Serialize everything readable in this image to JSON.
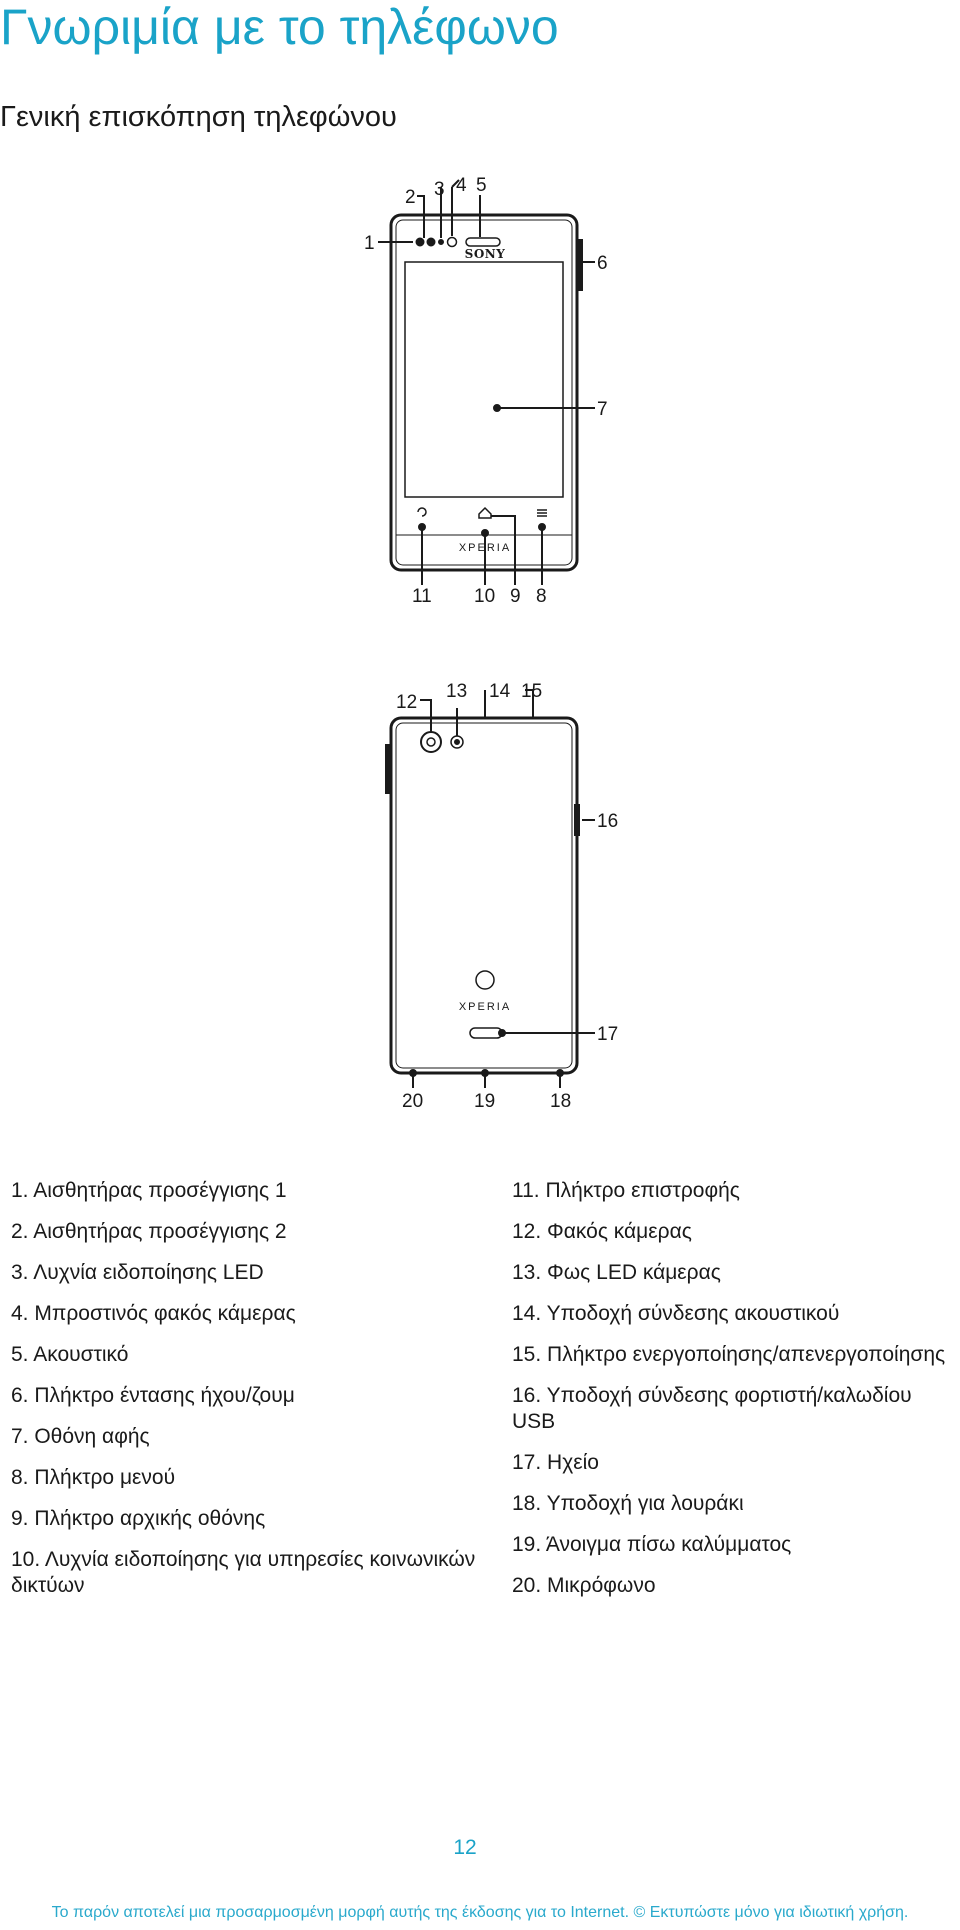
{
  "page": {
    "title": "Γνωριμία με το τηλέφωνο",
    "section_title": "Γενική επισκόπηση τηλεφώνου",
    "page_number": "12",
    "footer": "Το παρόν αποτελεί μια προσαρμοσμένη μορφή αυτής της έκδοσης για το Internet. © Εκτυπώστε μόνο για ιδιωτική χρήση."
  },
  "diagram": {
    "front_brand": "SONY",
    "front_model": "XPERIA",
    "back_model": "XPERIA",
    "callouts": [
      "1",
      "2",
      "3",
      "4",
      "5",
      "6",
      "7",
      "8",
      "9",
      "10",
      "11",
      "12",
      "13",
      "14",
      "15",
      "16",
      "17",
      "18",
      "19",
      "20"
    ]
  },
  "legend": {
    "left": [
      "1. Αισθητήρας προσέγγισης 1",
      "2. Αισθητήρας προσέγγισης 2",
      "3. Λυχνία ειδοποίησης LED",
      "4. Μπροστινός φακός κάμερας",
      "5. Ακουστικό",
      "6. Πλήκτρο έντασης ήχου/ζουμ",
      "7. Οθόνη αφής",
      "8. Πλήκτρο μενού",
      "9. Πλήκτρο αρχικής οθόνης",
      "10. Λυχνία ειδοποίησης για υπηρεσίες κοινωνικών δικτύων"
    ],
    "right": [
      "11. Πλήκτρο επιστροφής",
      "12. Φακός κάμερας",
      "13. Φως LED κάμερας",
      "14. Υποδοχή σύνδεσης ακουστικού",
      "15. Πλήκτρο ενεργοποίησης/απενεργοποίησης",
      "16. Υποδοχή σύνδεσης φορτιστή/καλωδίου USB",
      "17. Ηχείο",
      "18. Υποδοχή για λουράκι",
      "19. Άνοιγμα πίσω καλύμματος",
      "20. Μικρόφωνο"
    ]
  }
}
